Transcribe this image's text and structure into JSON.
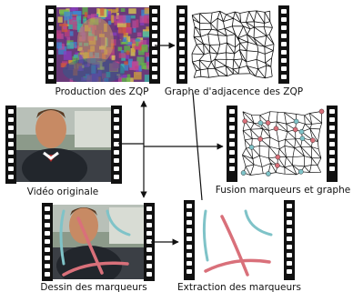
{
  "labels": {
    "zqp_production": "Production des ZQP",
    "zqp_graph": "Graphe d'adjacence des ZQP",
    "original_video": "Vidéo originale",
    "marker_graph_fusion": "Fusion marqueurs et graphe",
    "marker_drawing": "Dessin des marqueurs",
    "marker_extraction": "Extraction des marqueurs"
  },
  "colors": {
    "marker_blue": "#7fc3c8",
    "marker_red": "#d9707a",
    "filmstrip": "#111111"
  }
}
